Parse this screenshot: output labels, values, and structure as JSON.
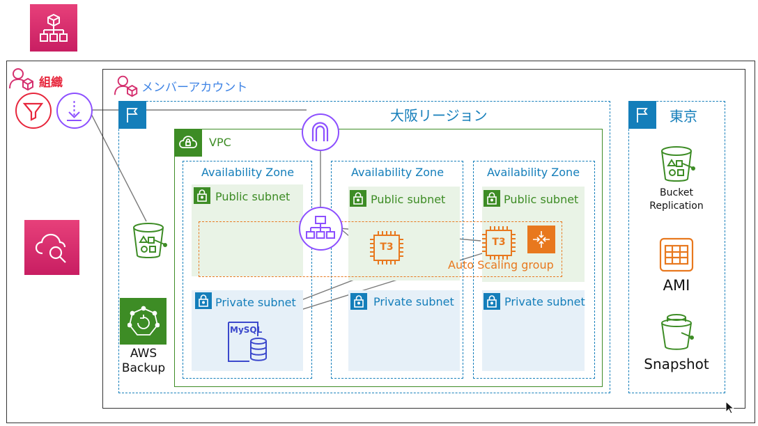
{
  "organization": {
    "label": "組織"
  },
  "member_account": {
    "label": "メンバーアカウント"
  },
  "osaka_region": {
    "label": "大阪リージョン"
  },
  "tokyo_region": {
    "label": "東京",
    "bucket_replication": "Bucket\nReplication",
    "ami": "AMI",
    "snapshot": "Snapshot"
  },
  "vpc": {
    "label": "VPC"
  },
  "aws_backup": {
    "label": "AWS\nBackup"
  },
  "availability_zones": [
    {
      "label": "Availability Zone",
      "public_subnet": "Public subnet",
      "private_subnet": "Private subnet"
    },
    {
      "label": "Availability Zone",
      "public_subnet": "Public subnet",
      "private_subnet": "Private subnet"
    },
    {
      "label": "Availability Zone",
      "public_subnet": "Public subnet",
      "private_subnet": "Private subnet"
    }
  ],
  "auto_scaling_group": {
    "label": "Auto Scaling group"
  },
  "instances": [
    {
      "label": "T3"
    },
    {
      "label": "T3"
    }
  ],
  "database": {
    "label": "MySQL"
  },
  "colors": {
    "aws_blue": "#147eba",
    "aws_green": "#3d8c25",
    "aws_orange": "#e8781e",
    "aws_purple": "#8c4fff",
    "aws_pink": "#d52f6e",
    "org_red": "#e7263c",
    "member_blue": "#3f84e5"
  },
  "icons": {
    "organizations": "organizations-icon",
    "cloud_search": "cloud-search-icon",
    "scp_filter": "filter-icon",
    "delegation": "download-policy-icon",
    "internet_gateway": "internet-gateway-icon",
    "load_balancer": "load-balancer-icon",
    "s3_bucket": "s3-bucket-icon",
    "backup": "aws-backup-icon",
    "ec2": "t3-instance-icon",
    "autoscaling": "autoscaling-icon",
    "rds": "mysql-icon",
    "ami": "ami-icon",
    "snapshot": "snapshot-bucket-icon"
  }
}
